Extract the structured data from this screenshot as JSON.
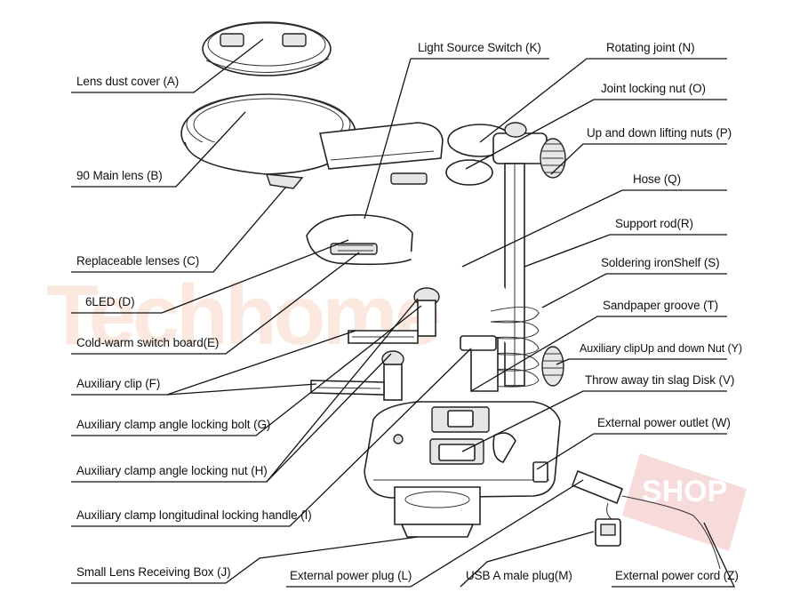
{
  "labels": {
    "a": "Lens dust cover (A)",
    "b": "90 Main lens (B)",
    "c": "Replaceable lenses (C)",
    "d": "6LED (D)",
    "e": "Cold-warm switch board(E)",
    "f": "Auxiliary clip (F)",
    "g": "Auxiliary clamp angle locking bolt (G)",
    "h": "Auxiliary clamp angle locking nut (H)",
    "i": "Auxiliary clamp longitudinal locking handle (I)",
    "j": "Small Lens Receiving Box (J)",
    "k": "Light Source Switch (K)",
    "l": "External power plug (L)",
    "m": "USB A male plug(M)",
    "n": "Rotating joint (N)",
    "o": "Joint locking nut (O)",
    "p": "Up and down lifting nuts (P)",
    "q": "Hose (Q)",
    "r": "Support rod(R)",
    "s": "Soldering ironShelf (S)",
    "t": "Sandpaper groove (T)",
    "y": "Auxiliary clipUp and down Nut (Y)",
    "v": "Throw away tin slag Disk (V)",
    "w": "External power outlet (W)",
    "z": "External power cord (Z)"
  },
  "watermark": {
    "main": "Techhome",
    "shop": "SHOP"
  },
  "colors": {
    "line": "#111111",
    "watermark": "#f4bea0",
    "shop_badge": "#e8a0a0"
  }
}
